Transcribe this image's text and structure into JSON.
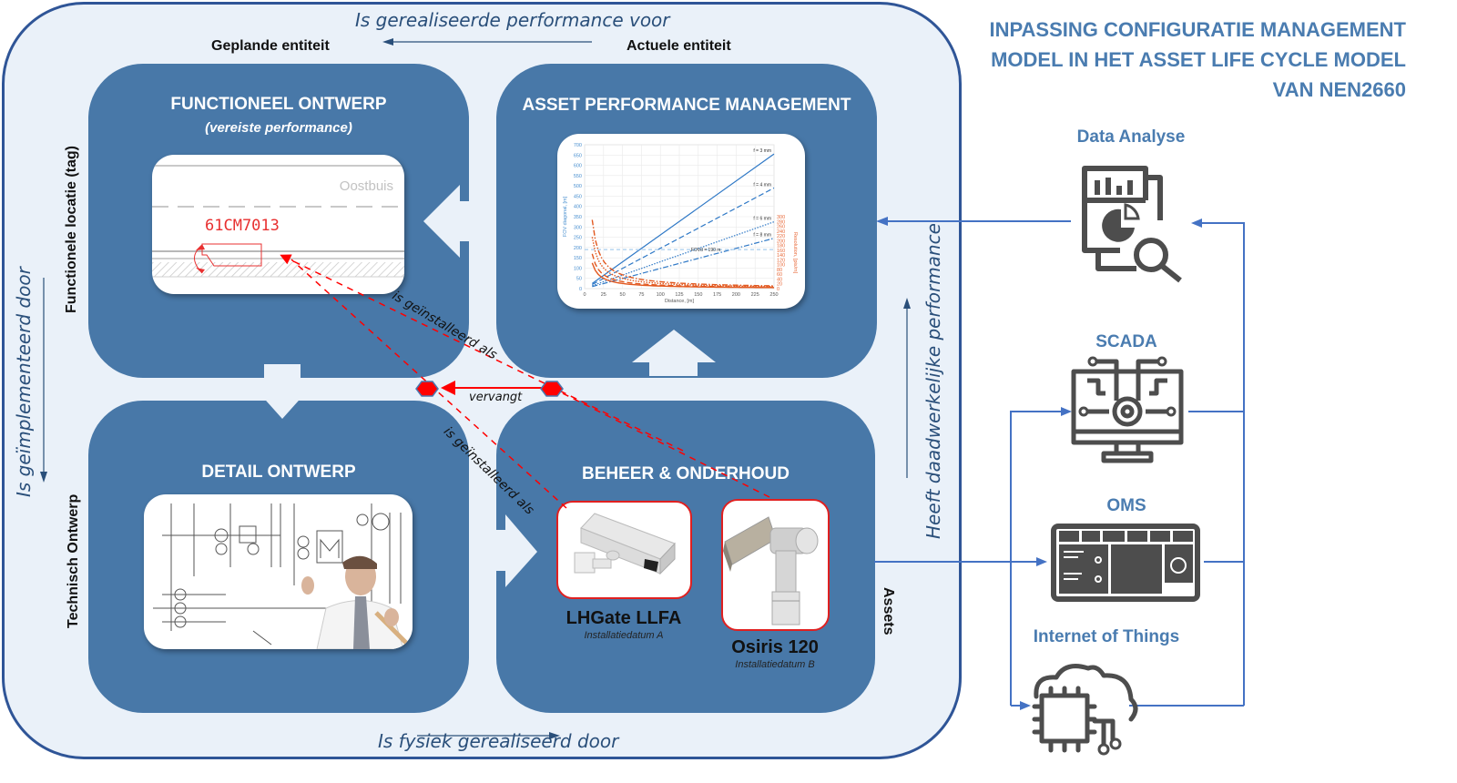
{
  "title": {
    "line1": "INPASSING CONFIGURATIE MANAGEMENT",
    "line2": "MODEL IN HET ASSET LIFE CYCLE MODEL",
    "line3": "VAN NEN2660"
  },
  "relations": {
    "top": "Is gerealiseerde performance voor",
    "bottom": "Is fysiek gerealiseerd door",
    "left": "Is geïmplementeerd door",
    "right": "Heeft daadwerkelijke performance",
    "installed_1": "is geïnstalleerd als",
    "installed_2": "is geïnstalleerd als",
    "replaces": "vervangt"
  },
  "entities": {
    "planned": "Geplande entiteit",
    "actual": "Actuele entiteit",
    "functional_location": "Functionele locatie (tag)",
    "technical_design": "Technisch Ontwerp",
    "assets": "Assets"
  },
  "quadrants": {
    "functional": {
      "title": "FUNCTIONEEL ONTWERP",
      "subtitle": "(vereiste performance)"
    },
    "apm": {
      "title": "ASSET PERFORMANCE MANAGEMENT"
    },
    "detail": {
      "title": "DETAIL ONTWERP"
    },
    "maintenance": {
      "title": "BEHEER & ONDERHOUD"
    }
  },
  "drawing": {
    "tube_label": "Oostbuis",
    "tag": "61CM7013"
  },
  "assets": [
    {
      "name": "LHGate LLFA",
      "date": "Installatiedatum A"
    },
    {
      "name": "Osiris 120",
      "date": "Installatiedatum B"
    }
  ],
  "systems": [
    {
      "label": "Data Analyse",
      "icon": "data-analysis-icon"
    },
    {
      "label": "SCADA",
      "icon": "scada-monitor-icon"
    },
    {
      "label": "OMS",
      "icon": "oms-dashboard-icon"
    },
    {
      "label": "Internet of Things",
      "icon": "iot-cloud-chip-icon"
    }
  ],
  "colors": {
    "frame": "#2f5597",
    "quadrant": "#4878a8",
    "background": "#eaf1f9",
    "accent_text": "#4a7cb0",
    "relation_red": "#ff0000",
    "connector_blue": "#4472c4"
  },
  "chart_data": {
    "type": "line",
    "title": "",
    "xlabel": "Distance, [m]",
    "ylabel": "FOV diagonal, [m]",
    "y2label": "Resolution, [pix/m]",
    "xlim": [
      0,
      250
    ],
    "ylim": [
      0,
      700
    ],
    "y2lim": [
      0,
      300
    ],
    "x_ticks": [
      0,
      25,
      50,
      75,
      100,
      125,
      150,
      175,
      200,
      225,
      250
    ],
    "y_ticks": [
      0,
      50,
      100,
      150,
      200,
      250,
      300,
      350,
      400,
      450,
      500,
      550,
      600,
      650,
      700
    ],
    "y2_ticks": [
      0,
      20,
      40,
      60,
      80,
      100,
      120,
      140,
      160,
      180,
      200,
      220,
      240,
      260,
      280,
      300
    ],
    "grid": true,
    "annotations": [
      "f = 3 mm",
      "f = 4 mm",
      "f = 6 mm",
      "f = 8 mm",
      "FOVd = 190 m"
    ],
    "series": [
      {
        "name": "f = 3 mm",
        "axis": "left",
        "style": "solid",
        "x": [
          10,
          250
        ],
        "y": [
          25,
          655
        ]
      },
      {
        "name": "f = 4 mm",
        "axis": "left",
        "style": "dashed",
        "x": [
          10,
          250
        ],
        "y": [
          20,
          490
        ]
      },
      {
        "name": "f = 6 mm",
        "axis": "left",
        "style": "dotted",
        "x": [
          10,
          250
        ],
        "y": [
          14,
          325
        ]
      },
      {
        "name": "f = 8 mm",
        "axis": "left",
        "style": "dashdot",
        "x": [
          10,
          250
        ],
        "y": [
          10,
          245
        ]
      },
      {
        "name": "FOVd = 190 m",
        "axis": "left",
        "style": "dashed-light",
        "x": [
          0,
          250
        ],
        "y": [
          190,
          190
        ]
      },
      {
        "name": "Resolution f = 3 mm",
        "axis": "right",
        "style": "solid",
        "x": [
          10,
          25,
          50,
          100,
          150,
          250
        ],
        "y": [
          107,
          43,
          21,
          11,
          7,
          4
        ]
      },
      {
        "name": "Resolution f = 4 mm",
        "axis": "right",
        "style": "dashed",
        "x": [
          10,
          25,
          50,
          100,
          150,
          250
        ],
        "y": [
          145,
          58,
          29,
          14,
          10,
          6
        ]
      },
      {
        "name": "Resolution f = 6 mm",
        "axis": "right",
        "style": "dotted",
        "x": [
          10,
          25,
          50,
          100,
          150,
          250
        ],
        "y": [
          215,
          86,
          43,
          21,
          14,
          9
        ]
      },
      {
        "name": "Resolution f = 8 mm",
        "axis": "right",
        "style": "dashdot",
        "x": [
          10,
          25,
          50,
          100,
          150,
          250
        ],
        "y": [
          287,
          115,
          57,
          29,
          19,
          11
        ]
      }
    ]
  }
}
